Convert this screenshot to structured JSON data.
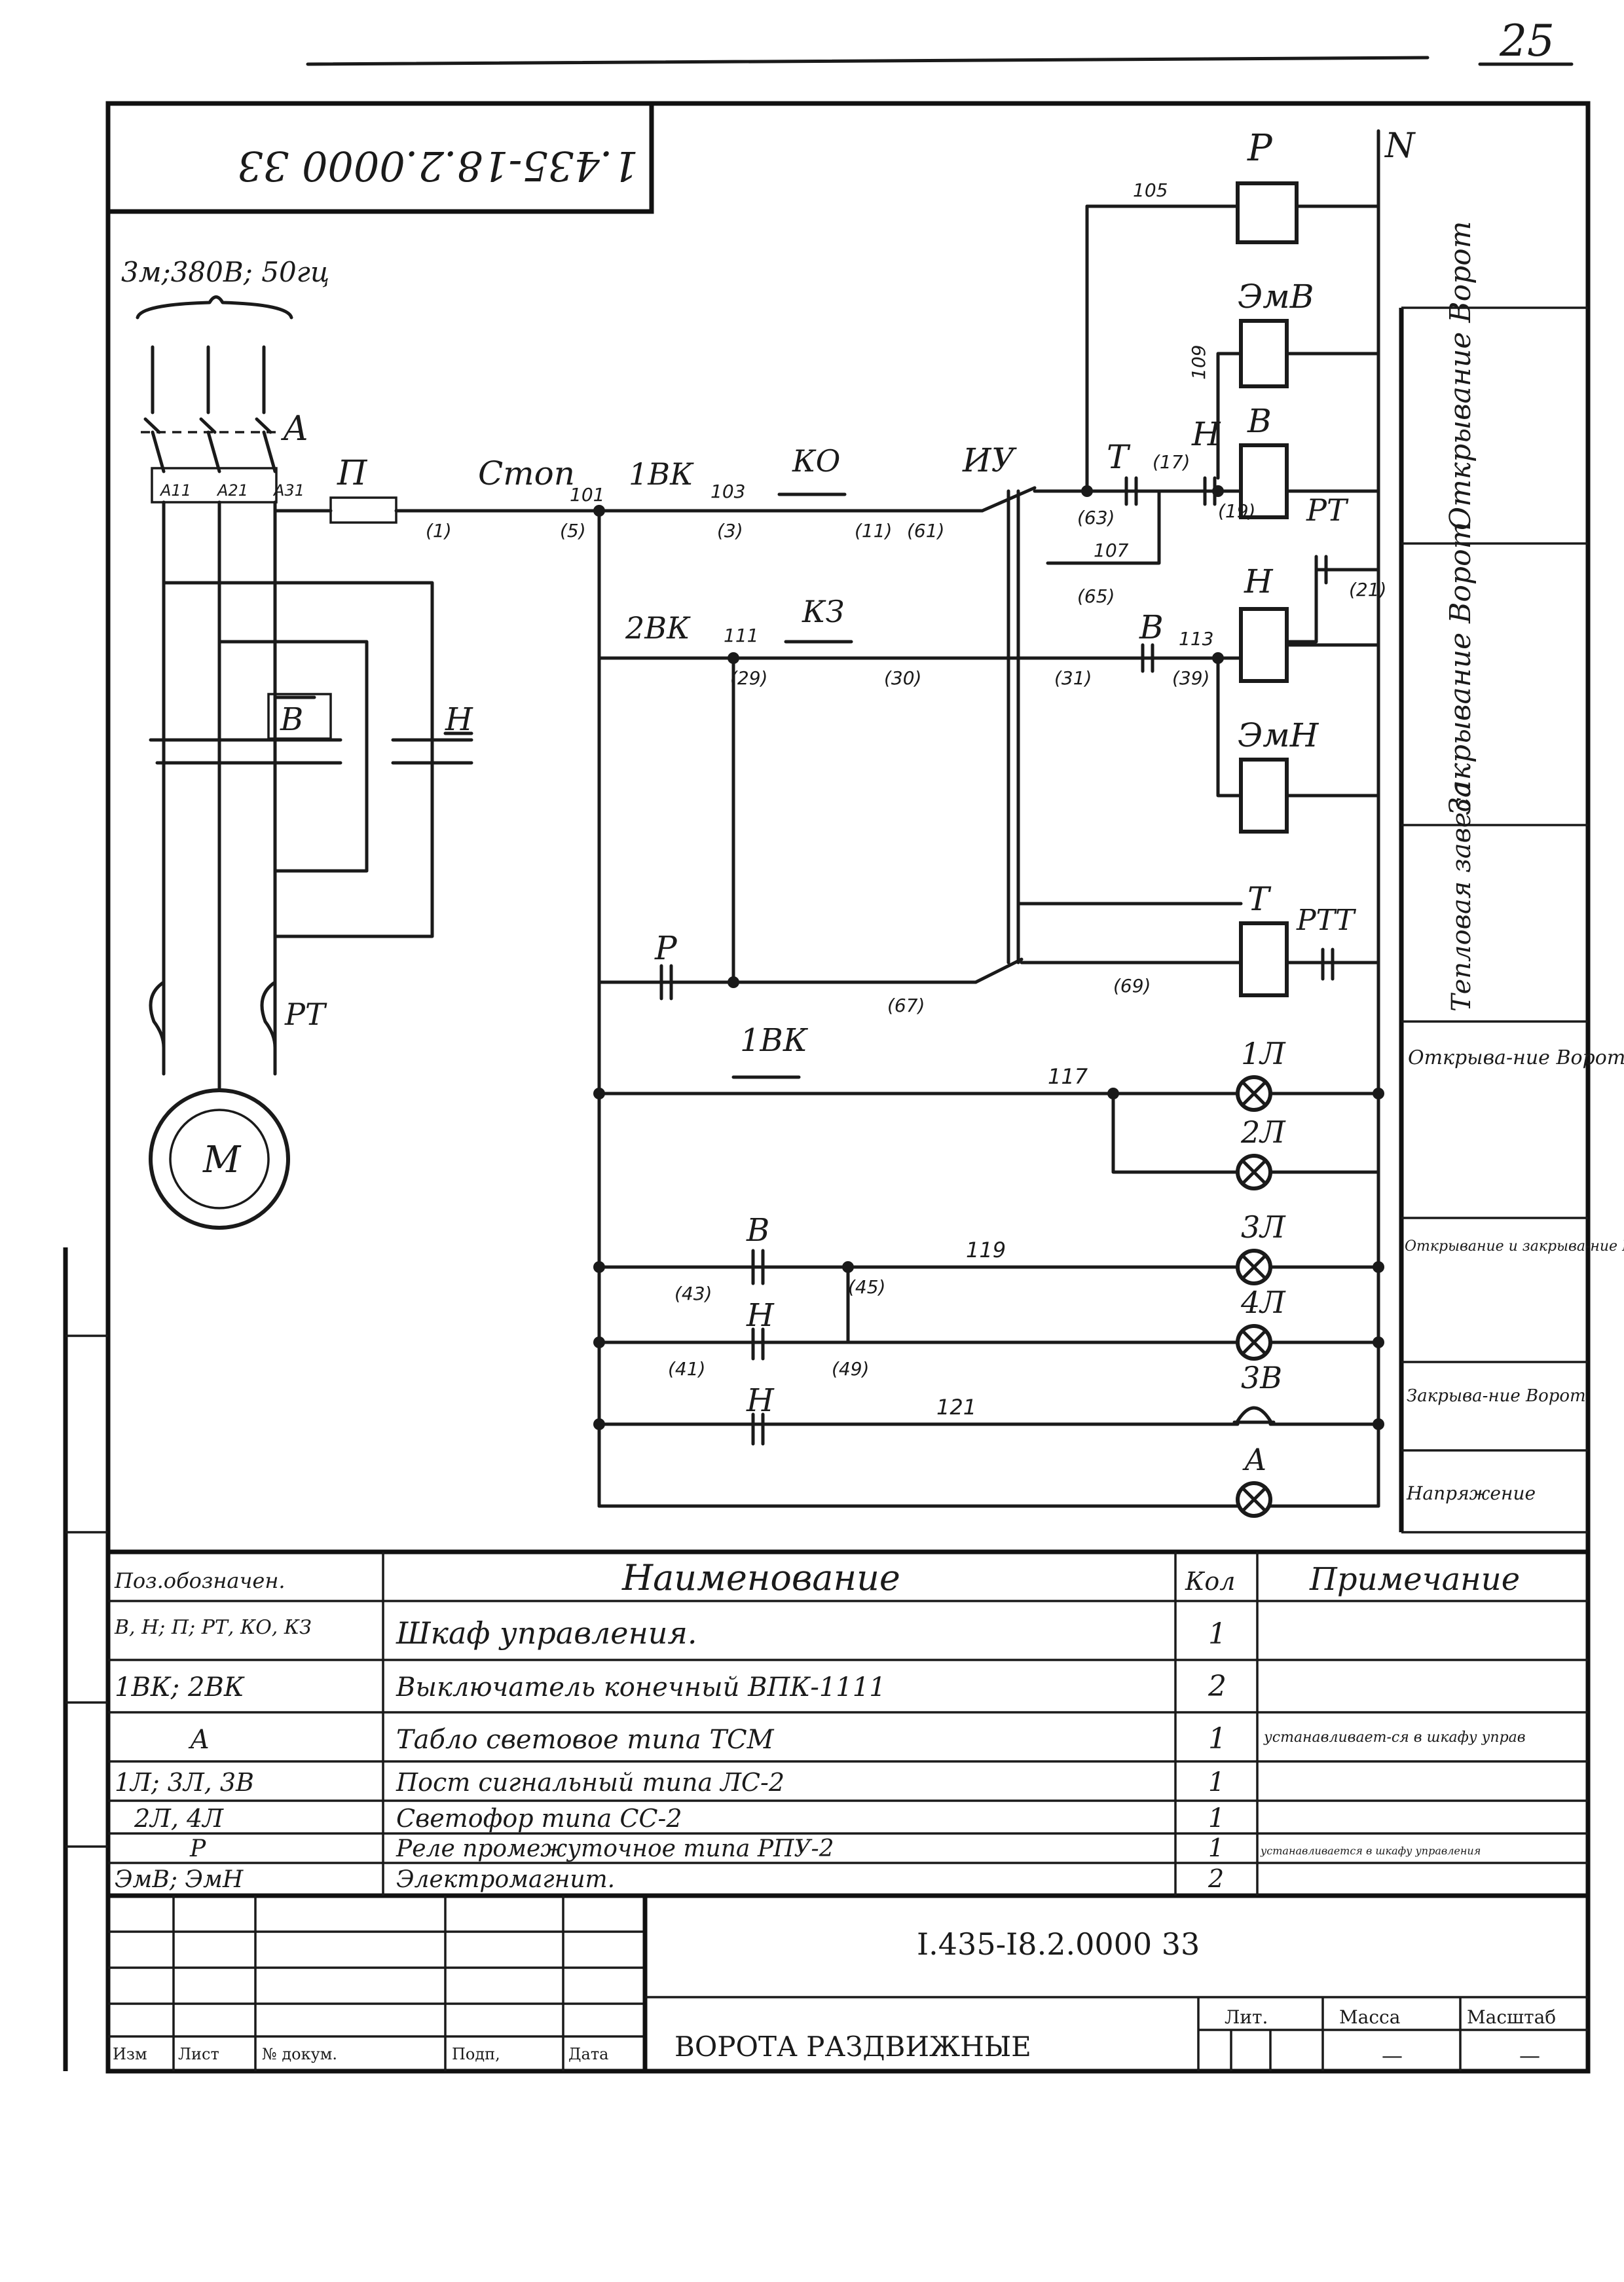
{
  "page_number": "25",
  "stamp_code": "1.435-18.2.0000 33",
  "supply": "3м;380В; 50гц",
  "neutral_label": "N",
  "wire_labels": {
    "a1": "А11",
    "a2": "А21",
    "a3": "А31",
    "w1": "(1)",
    "w5": "(5)",
    "w101": "101",
    "w103": "103",
    "w3": "(3)",
    "w11": "(11)",
    "w61": "(61)",
    "w63": "(63)",
    "w105": "105",
    "w109": "109",
    "w17": "(17)",
    "w19": "(19)",
    "w107": "107",
    "w65": "(65)",
    "w21": "(21)",
    "w111": "111",
    "w29": "(29)",
    "w30": "(30)",
    "w31": "(31)",
    "w113": "113",
    "w39": "(39)",
    "w67": "(67)",
    "w69": "(69)",
    "w117": "117",
    "w119": "119",
    "w43": "(43)",
    "w45": "(45)",
    "w41": "(41)",
    "w49": "(49)",
    "w121": "121"
  },
  "components": {
    "breaker": "А",
    "fuse": "П",
    "stop": "Стоп",
    "limit1": "1ВК",
    "ko": "КО",
    "iu": "ИУ",
    "limit2": "2ВК",
    "kz": "КЗ",
    "relay_p": "Р",
    "emv": "ЭмВ",
    "coil_b": "В",
    "coil_h": "Н",
    "emh": "ЭмН",
    "coil_t": "Т",
    "rt": "РТ",
    "rtt": "РТТ",
    "t_contact": "Т",
    "h_contact": "Н",
    "b_contact": "В",
    "p_contact": "Р",
    "limit1_b": "1ВК",
    "b2": "В",
    "h2": "Н",
    "h3": "Н",
    "lamp1": "1Л",
    "lamp2": "2Л",
    "lamp3": "3Л",
    "lamp4": "4Л",
    "bell": "3В",
    "lamp_a": "А",
    "motor": "М",
    "motor_rt": "РТ",
    "main_b": "В",
    "main_h": "Н"
  },
  "zones": [
    "Открывание Ворот",
    "Закрывание Ворот",
    "Тепловая завеса",
    "Открыва-ние Ворот",
    "Открывание и закрыва-ние Ворот",
    "Закрыва-ние Ворот",
    "Напряжение"
  ],
  "bom": {
    "headers": [
      "Поз.обозначен.",
      "Наименование",
      "Кол",
      "Примечание"
    ],
    "rows": [
      {
        "pos": "В, Н; П; РТ, КО, КЗ",
        "name": "Шкаф управления.",
        "qty": "1",
        "note": ""
      },
      {
        "pos": "1ВК; 2ВК",
        "name": "Выключатель конечный ВПК-1111",
        "qty": "2",
        "note": ""
      },
      {
        "pos": "А",
        "name": "Табло световое типа ТСМ",
        "qty": "1",
        "note": "устанавливает-ся в шкафу управ"
      },
      {
        "pos": "1Л; 3Л, 3В",
        "name": "Пост сигнальный типа ЛС-2",
        "qty": "1",
        "note": ""
      },
      {
        "pos": "2Л, 4Л",
        "name": "Светофор типа СС-2",
        "qty": "1",
        "note": ""
      },
      {
        "pos": "Р",
        "name": "Реле промежуточное типа РПУ-2",
        "qty": "1",
        "note": "устанавливается в шкафу управления"
      },
      {
        "pos": "ЭмВ; ЭмН",
        "name": "Электромагнит.",
        "qty": "2",
        "note": ""
      }
    ]
  },
  "title_block": {
    "doc_number": "I.435-I8.2.0000 33",
    "title": "ВОРОТА РАЗДВИЖНЫЕ",
    "labels": [
      "Изм",
      "Лист",
      "№ докум.",
      "Подп,",
      "Дата"
    ],
    "lit": "Лит.",
    "mass": "Масса",
    "scale": "Масштаб",
    "mass_value": "—",
    "scale_value": "—"
  }
}
